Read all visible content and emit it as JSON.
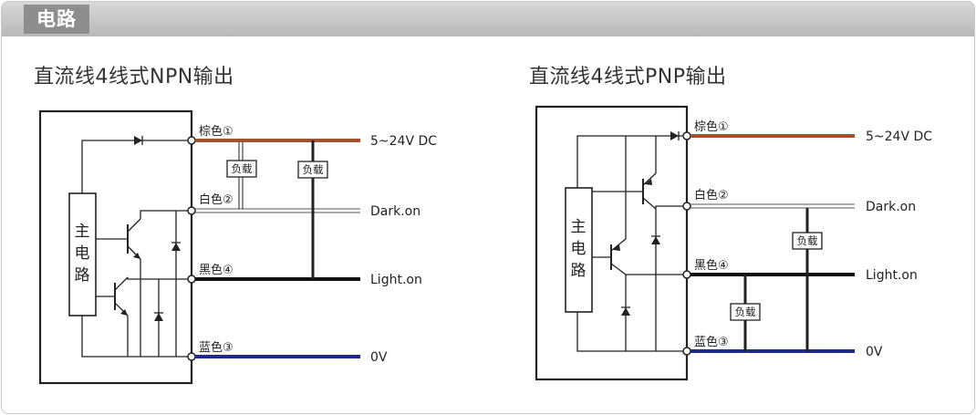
{
  "header": {
    "title": "电路"
  },
  "diagrams": {
    "npn": {
      "title": "直流线4线式NPN输出",
      "main_circuit": [
        "主",
        "电",
        "路"
      ],
      "wires": {
        "brown": {
          "label": "棕色①",
          "signal": "5~24V DC",
          "color": "#a0522d"
        },
        "white": {
          "label": "白色②",
          "signal": "Dark.on",
          "color": "#ffffff"
        },
        "black": {
          "label": "黑色④",
          "signal": "Light.on",
          "color": "#111111"
        },
        "blue": {
          "label": "蓝色③",
          "signal": "0V",
          "color": "#1f2a8f"
        }
      },
      "load_label": "负载"
    },
    "pnp": {
      "title": "直流线4线式PNP输出",
      "main_circuit": [
        "主",
        "电",
        "路"
      ],
      "wires": {
        "brown": {
          "label": "棕色①",
          "signal": "5~24V DC",
          "color": "#a0522d"
        },
        "white": {
          "label": "白色②",
          "signal": "Dark.on",
          "color": "#ffffff"
        },
        "black": {
          "label": "黑色④",
          "signal": "Light.on",
          "color": "#111111"
        },
        "blue": {
          "label": "蓝色③",
          "signal": "0V",
          "color": "#1f2a8f"
        }
      },
      "load_label": "负载"
    }
  }
}
